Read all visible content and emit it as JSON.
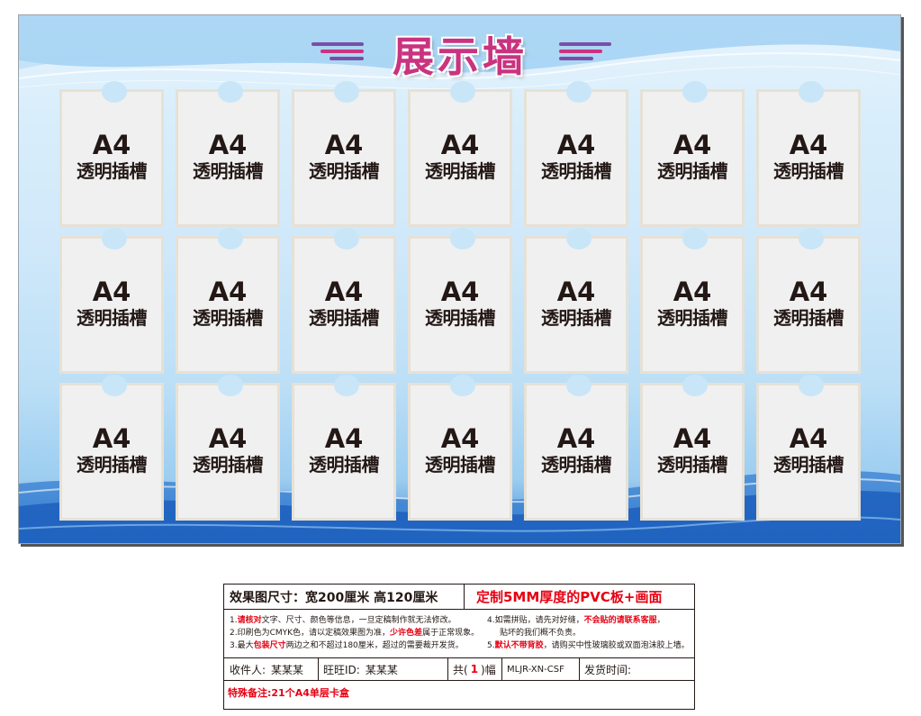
{
  "title": "展示墙",
  "slots": [
    {
      "size": "A4",
      "label": "透明插槽"
    },
    {
      "size": "A4",
      "label": "透明插槽"
    },
    {
      "size": "A4",
      "label": "透明插槽"
    },
    {
      "size": "A4",
      "label": "透明插槽"
    },
    {
      "size": "A4",
      "label": "透明插槽"
    },
    {
      "size": "A4",
      "label": "透明插槽"
    },
    {
      "size": "A4",
      "label": "透明插槽"
    },
    {
      "size": "A4",
      "label": "透明插槽"
    },
    {
      "size": "A4",
      "label": "透明插槽"
    },
    {
      "size": "A4",
      "label": "透明插槽"
    },
    {
      "size": "A4",
      "label": "透明插槽"
    },
    {
      "size": "A4",
      "label": "透明插槽"
    },
    {
      "size": "A4",
      "label": "透明插槽"
    },
    {
      "size": "A4",
      "label": "透明插槽"
    },
    {
      "size": "A4",
      "label": "透明插槽"
    },
    {
      "size": "A4",
      "label": "透明插槽"
    },
    {
      "size": "A4",
      "label": "透明插槽"
    },
    {
      "size": "A4",
      "label": "透明插槽"
    },
    {
      "size": "A4",
      "label": "透明插槽"
    },
    {
      "size": "A4",
      "label": "透明插槽"
    },
    {
      "size": "A4",
      "label": "透明插槽"
    }
  ],
  "info": {
    "size_label": "效果图尺寸：宽200厘米  高120厘米",
    "material": "定制5MM厚度的PVC板+画面",
    "notes_left": [
      {
        "prefix": "1.",
        "red": "请核对",
        "rest": "文字、尺寸、颜色等信息，一旦定稿制作就无法修改。"
      },
      {
        "prefix": "2.印刷色为CMYK色，请以定稿效果图为准，",
        "red": "少许色差",
        "rest": "属于正常现象。"
      },
      {
        "prefix": "3.最大",
        "red": "包装尺寸",
        "rest": "两边之和不超过180厘米，超过的需要裁开发货。"
      }
    ],
    "notes_right": [
      {
        "prefix": "4.如需拼贴，请先对好缝，",
        "red": "不会贴的请联系客服",
        "rest": "，"
      },
      {
        "prefix": "",
        "red": "",
        "rest": "贴坏的我们概不负责。"
      },
      {
        "prefix": "5.",
        "red": "默认不带背胶",
        "rest": "，请购买中性玻璃胶或双面泡沫胶上墙。"
      }
    ],
    "recipient_label": "收件人:",
    "recipient": "某某某",
    "wangwang_label": "旺旺ID:",
    "wangwang": "某某某",
    "count_prefix": "共(",
    "count": "1",
    "count_suffix": ")幅",
    "code": "MLJR-XN-CSF",
    "ship_label": "发货时间:",
    "special_note": "特殊备注:21个A4单层卡盒"
  },
  "colors": {
    "title": "#c9337f",
    "red": "#e60012",
    "board_blue": "#3d86d6"
  }
}
